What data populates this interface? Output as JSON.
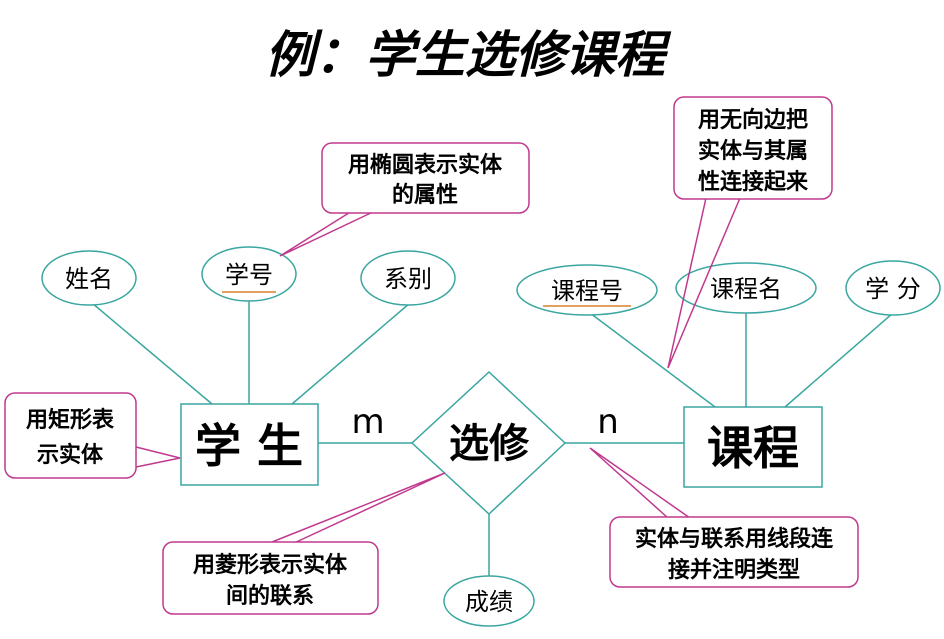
{
  "title": "例：学生选修课程",
  "entities": {
    "student": "学 生",
    "course": "课程"
  },
  "relationship": "选修",
  "cardinality": {
    "left": "m",
    "right": "n"
  },
  "attributes": {
    "name": "姓名",
    "student_id": "学号",
    "department": "系别",
    "course_id": "课程号",
    "course_name": "课程名",
    "credit": "学 分",
    "grade": "成绩"
  },
  "notes": {
    "ellipse": [
      "用椭圆表示实体",
      "的属性"
    ],
    "edge": [
      "用无向边把",
      "实体与其属",
      "性连接起来"
    ],
    "rect": [
      "用矩形表",
      "示实体"
    ],
    "diamond": [
      "用菱形表示实体",
      "间的联系"
    ],
    "connect": [
      "实体与联系用线段连",
      "接并注明类型"
    ]
  }
}
